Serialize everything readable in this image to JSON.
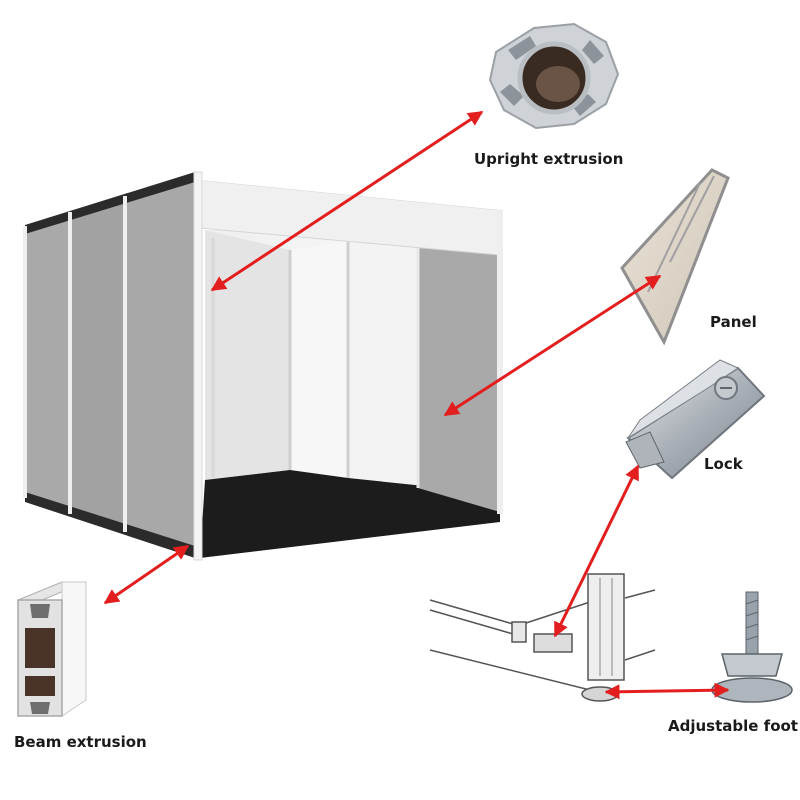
{
  "labels": {
    "upright": "Upright extrusion",
    "panel": "Panel",
    "lock": "Lock",
    "foot": "Adjustable foot",
    "beam": "Beam extrusion"
  },
  "colors": {
    "arrow": "#e31e1e",
    "panel_gray": "#a9a9a9",
    "frame_white": "#f2f2f2",
    "beam_dark": "#2b2b2b",
    "carpet": "#1c1c1c",
    "aluminum": "#c9cdd2"
  }
}
